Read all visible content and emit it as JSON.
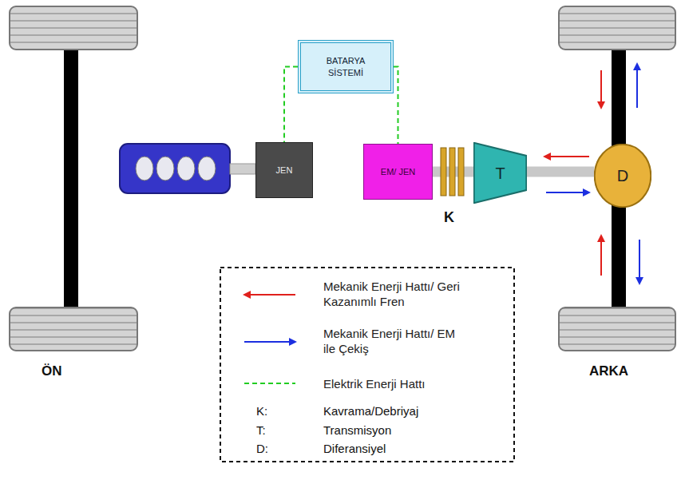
{
  "diagram": {
    "nodes": [
      {
        "text": [
          "BATARYA SİSTEMİ"
        ]
      },
      {
        "text": [
          "JEN"
        ]
      },
      {
        "text": [
          "EM/ JEN"
        ]
      },
      {
        "text": [
          "T"
        ]
      },
      {
        "text": [
          "D"
        ]
      }
    ],
    "edges": [
      {
        "from": 0,
        "to": 1,
        "arrow": "none"
      },
      {
        "from": 0,
        "to": 2,
        "arrow": "none"
      },
      {
        "from": 2,
        "to": 3,
        "arrow": "none"
      },
      {
        "from": 3,
        "to": 4,
        "arrow": "none"
      }
    ],
    "labels": [
      "K",
      "ÖN",
      "ARKA",
      "K:",
      "Kavrama/Debriyaj",
      "T:",
      "Transmisyon",
      "D:",
      "Diferansiyel"
    ],
    "legend": [
      {
        "text": "Mekanik Enerji Hattı/ Geri Kazanımlı Fren"
      },
      {
        "text": "Mekanik Enerji Hattı/ EM ile Çekiş"
      },
      {
        "text": "Elektrik Enerji Hattı"
      }
    ]
  }
}
